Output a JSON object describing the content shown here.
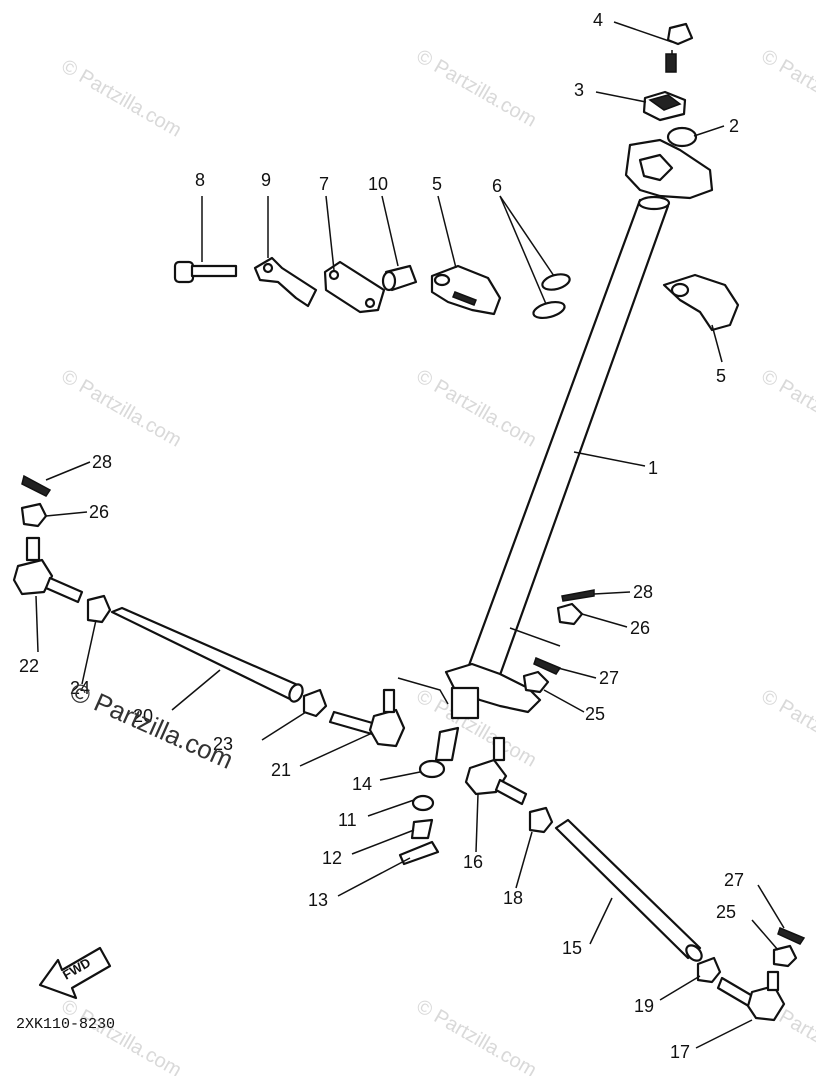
{
  "watermark": {
    "faint_text": "© Partzilla.com",
    "main_text": "© Partzilla.com"
  },
  "diagram_code": "2XK110-8230",
  "fwd_label": "FWD",
  "callouts": {
    "c1": "1",
    "c2": "2",
    "c3": "3",
    "c4": "4",
    "c5a": "5",
    "c5b": "5",
    "c6": "6",
    "c7": "7",
    "c8": "8",
    "c9": "9",
    "c10": "10",
    "c11": "11",
    "c12": "12",
    "c13": "13",
    "c14": "14",
    "c15": "15",
    "c16": "16",
    "c17": "17",
    "c18": "18",
    "c19": "19",
    "c20": "20",
    "c21": "21",
    "c22": "22",
    "c23": "23",
    "c24": "24",
    "c25a": "25",
    "c25b": "25",
    "c26a": "26",
    "c26b": "26",
    "c27a": "27",
    "c27b": "27",
    "c28a": "28",
    "c28b": "28"
  }
}
